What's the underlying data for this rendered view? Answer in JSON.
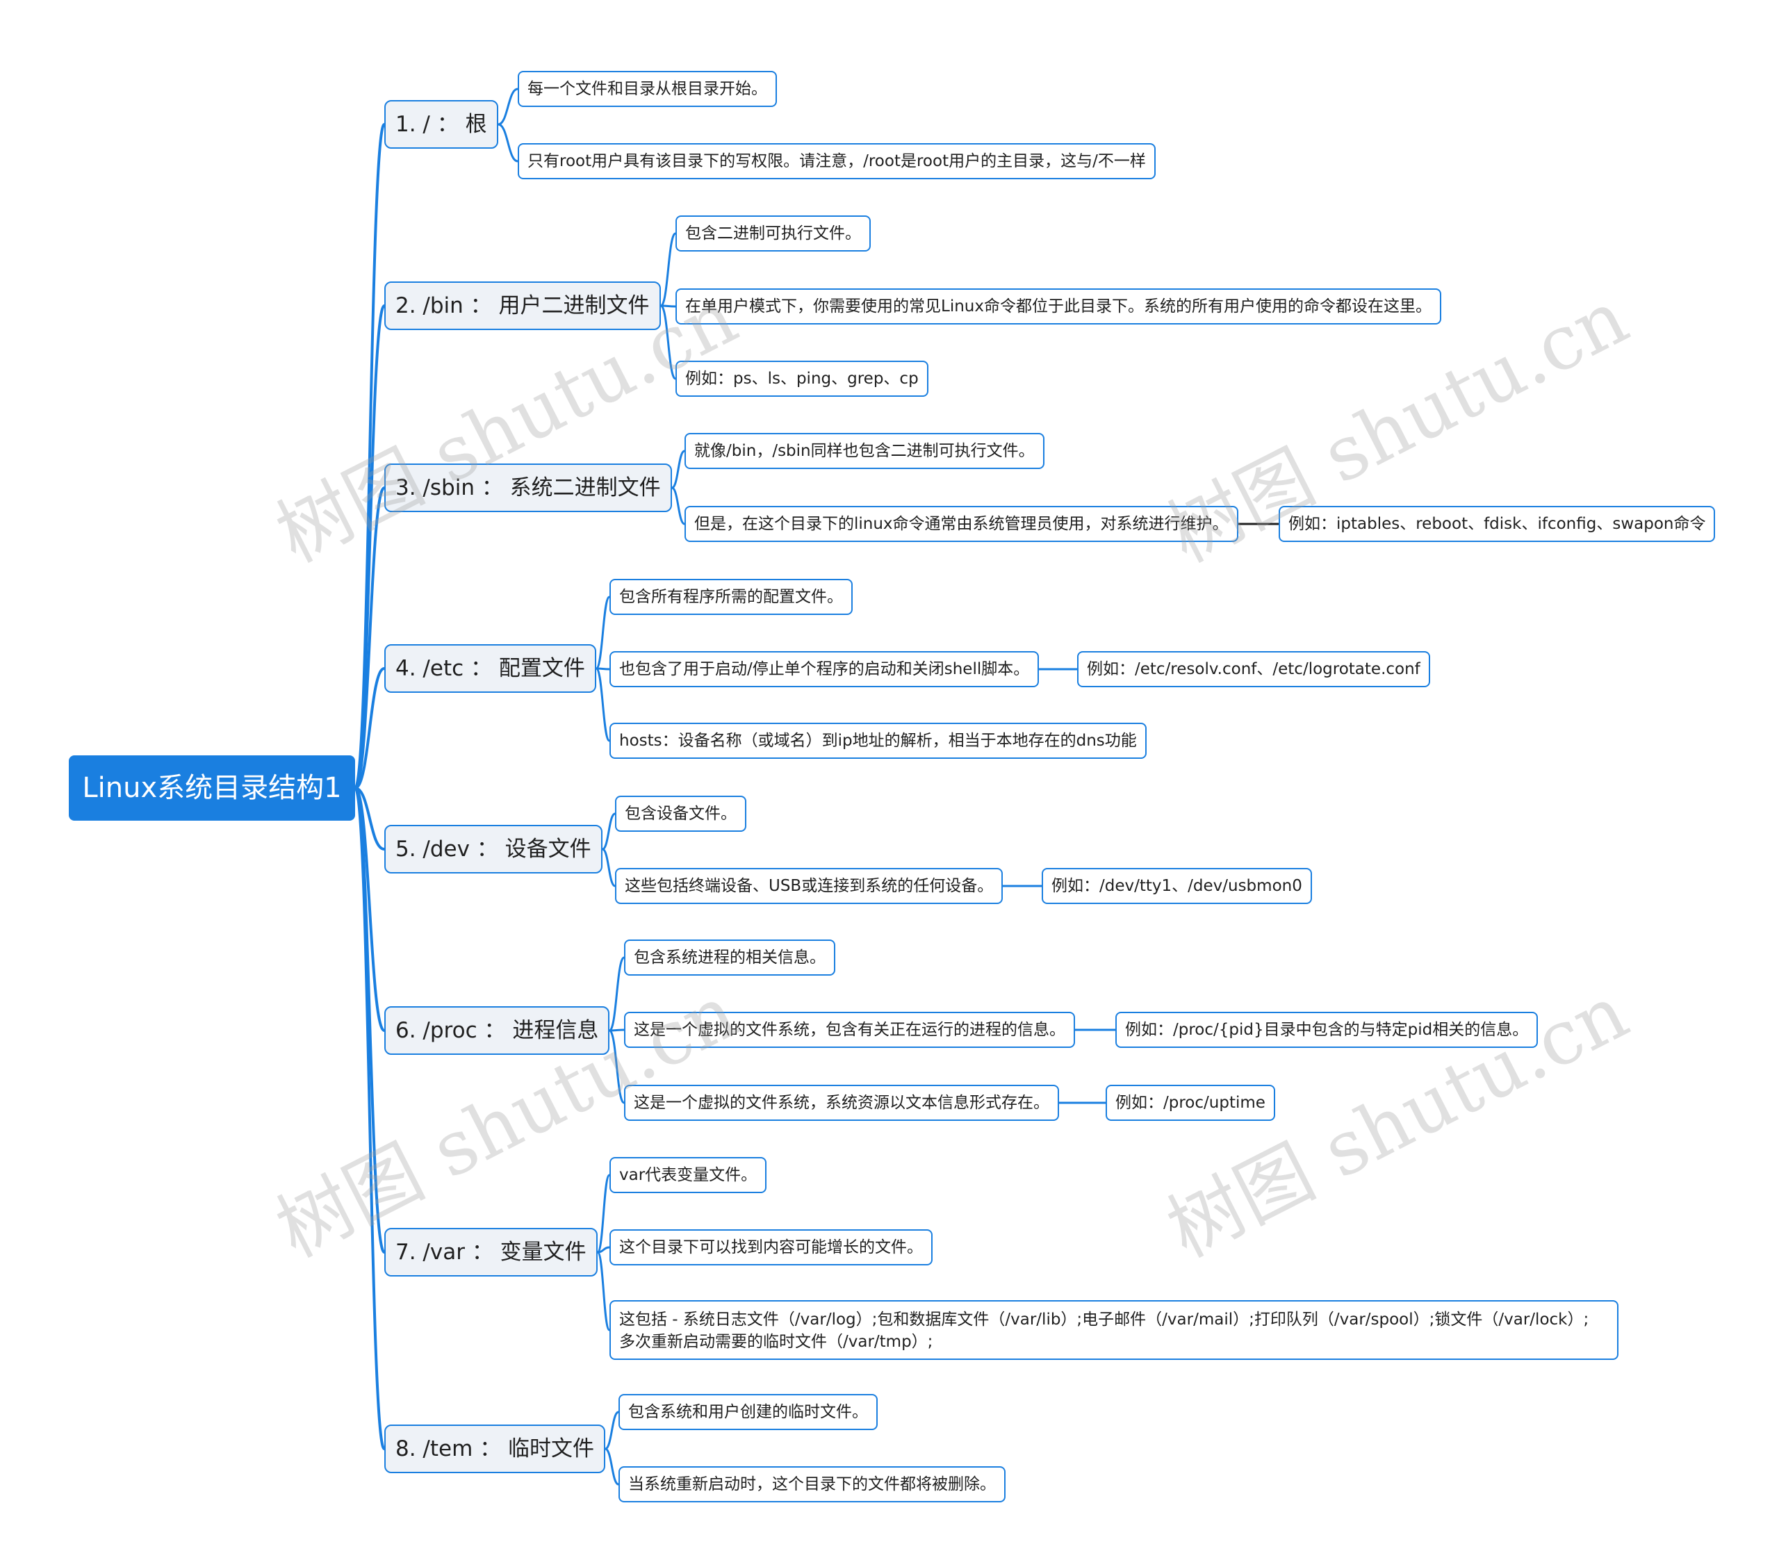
{
  "root": {
    "label": "Linux系统目录结构1"
  },
  "branches": [
    {
      "label": "1. / ： 根",
      "items": [
        {
          "text": "每一个文件和目录从根目录开始。"
        },
        {
          "text": "只有root用户具有该目录下的写权限。请注意，/root是root用户的主目录，这与/不一样"
        }
      ]
    },
    {
      "label": "2. /bin ： 用户二进制文件",
      "items": [
        {
          "text": "包含二进制可执行文件。"
        },
        {
          "text": "在单用户模式下，你需要使用的常见Linux命令都位于此目录下。系统的所有用户使用的命令都设在这里。"
        },
        {
          "text": "例如：ps、ls、ping、grep、cp"
        }
      ]
    },
    {
      "label": "3. /sbin ： 系统二进制文件",
      "items": [
        {
          "text": "就像/bin，/sbin同样也包含二进制可执行文件。"
        },
        {
          "text": "但是，在这个目录下的linux命令通常由系统管理员使用，对系统进行维护。",
          "example": "例如：iptables、reboot、fdisk、ifconfig、swapon命令"
        }
      ]
    },
    {
      "label": "4. /etc ： 配置文件",
      "items": [
        {
          "text": "包含所有程序所需的配置文件。"
        },
        {
          "text": "也包含了用于启动/停止单个程序的启动和关闭shell脚本。",
          "example": "例如：/etc/resolv.conf、/etc/logrotate.conf"
        },
        {
          "text": "hosts：设备名称（或域名）到ip地址的解析，相当于本地存在的dns功能"
        }
      ]
    },
    {
      "label": "5. /dev ： 设备文件",
      "items": [
        {
          "text": "包含设备文件。"
        },
        {
          "text": "这些包括终端设备、USB或连接到系统的任何设备。",
          "example": "例如：/dev/tty1、/dev/usbmon0"
        }
      ]
    },
    {
      "label": "6. /proc ： 进程信息",
      "items": [
        {
          "text": "包含系统进程的相关信息。"
        },
        {
          "text": "这是一个虚拟的文件系统，包含有关正在运行的进程的信息。",
          "example": "例如：/proc/{pid}目录中包含的与特定pid相关的信息。"
        },
        {
          "text": "这是一个虚拟的文件系统，系统资源以文本信息形式存在。",
          "example": "例如：/proc/uptime"
        }
      ]
    },
    {
      "label": "7. /var ： 变量文件",
      "items": [
        {
          "text": "var代表变量文件。"
        },
        {
          "text": "这个目录下可以找到内容可能增长的文件。"
        },
        {
          "lines": [
            "这包括 - 系统日志文件（/var/log）;包和数据库文件（/var/lib）;电子邮件（/var/mail）;打印队列（/var/spool）;锁文件（/var/lock）;",
            "多次重新启动需要的临时文件（/var/tmp）;"
          ]
        }
      ]
    },
    {
      "label": "8. /tem ： 临时文件",
      "items": [
        {
          "text": "包含系统和用户创建的临时文件。"
        },
        {
          "text": "当系统重新启动时，这个目录下的文件都将被删除。"
        }
      ]
    }
  ],
  "watermark": "树图 shutu.cn",
  "colors": {
    "accent": "#1a7fe0",
    "branch_fill": "#eef2f7",
    "example_link": "#1f1f1f"
  }
}
